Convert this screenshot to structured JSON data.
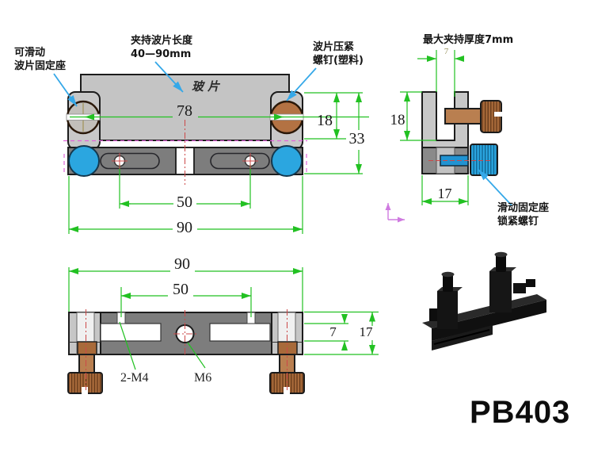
{
  "part_number": "PB403",
  "annotations": {
    "slidable_holder_line1": "可滑动",
    "slidable_holder_line2": "波片固定座",
    "clamp_length_line1": "夹持波片长度",
    "clamp_length_line2": "40—90mm",
    "press_screw_line1": "波片压紧",
    "press_screw_line2": "螺钉(塑料)",
    "max_thickness": "最大夹持厚度7mm",
    "lock_screw_line1": "滑动固定座",
    "lock_screw_line2": "锁紧螺钉",
    "glass_plate": "玻片",
    "thread_m4": "2-M4",
    "thread_m6": "M6"
  },
  "dimensions": {
    "top_view": {
      "screw_spacing": "78",
      "clamp_height": "18",
      "overall_height": "33",
      "slot_spacing": "50",
      "overall_width": "90"
    },
    "side_view": {
      "jaw_depth": "18",
      "jaw_gap": "7",
      "base_depth": "17"
    },
    "front_view": {
      "overall_width": "90",
      "hole_spacing": "50",
      "slot_height": "7",
      "overall_height": "17"
    }
  },
  "colors": {
    "dimension_green": "#22c122",
    "centerline_red": "#cc4848",
    "projection_magenta": "#e063d8",
    "leader_cyan": "#35a8e8",
    "axis_pink": "#cf7ae0",
    "knob_blue": "#2ba6e0",
    "screw_brown": "#a86a3a",
    "body_dark_gray": "#7d7d7d",
    "panel_light_gray": "#c4c4c4"
  }
}
